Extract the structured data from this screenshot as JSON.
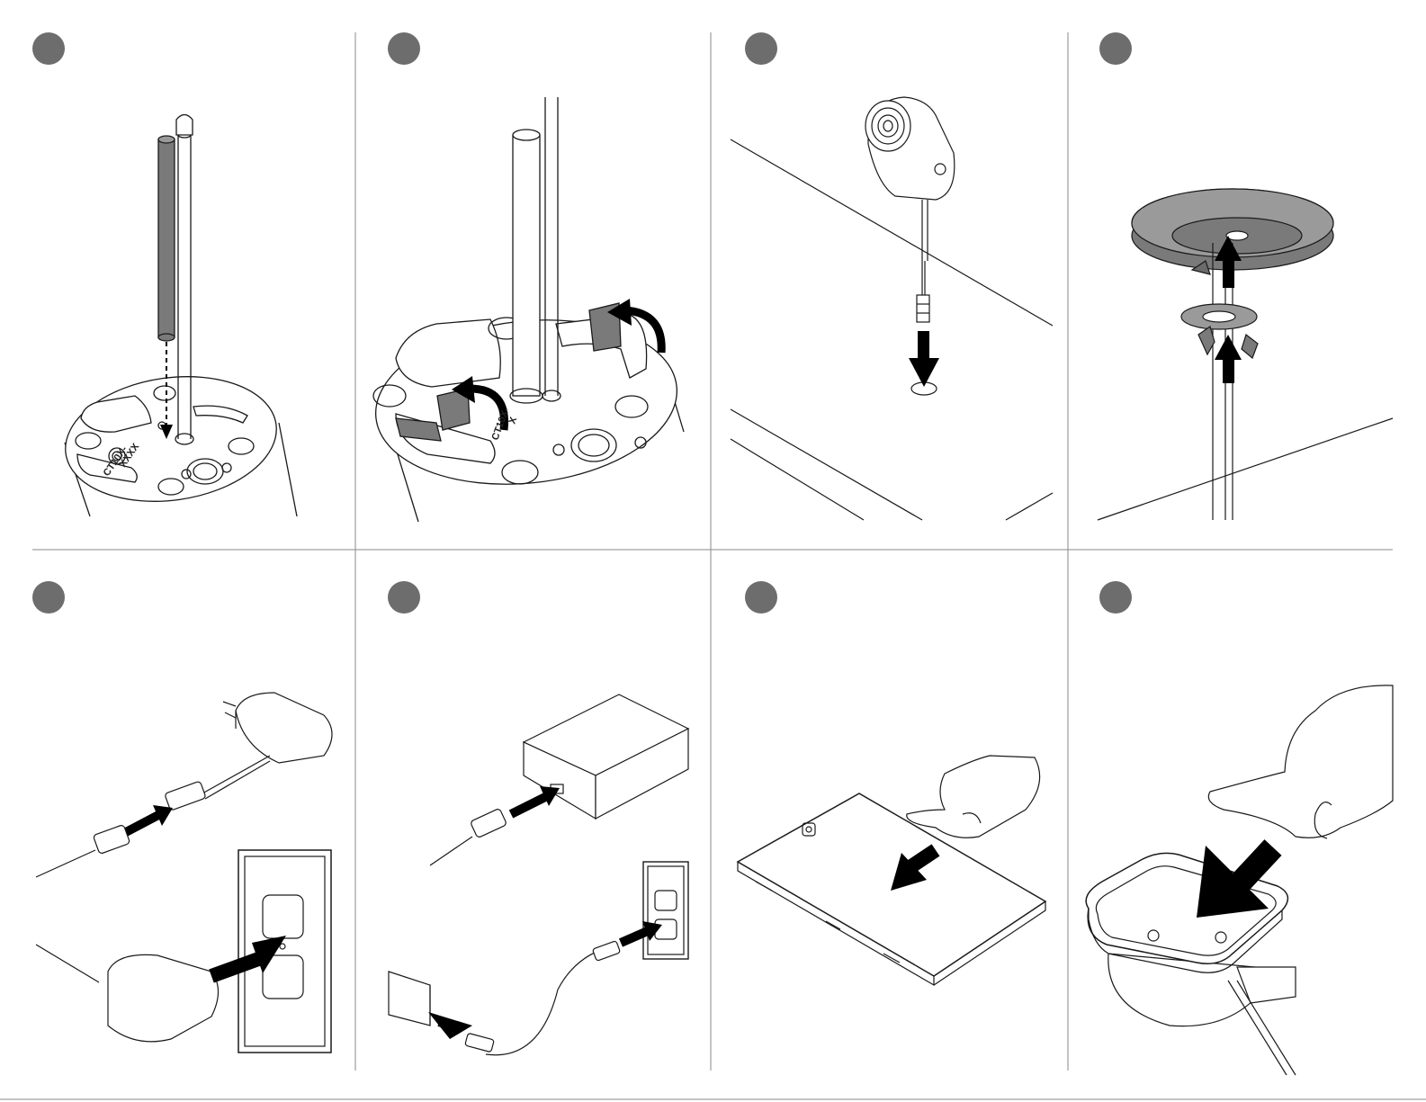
{
  "sheet": {
    "title": "",
    "colors": {
      "ink": "#1a1a1a",
      "badge": "#6d6d6d",
      "gray_part": "#7a7a7a",
      "light_fill": "#ffffff",
      "arrow": "#000000",
      "divider": "#8a8a8a"
    }
  },
  "steps": [
    {
      "id": 1,
      "illustration": "insert-rod-into-base"
    },
    {
      "id": 2,
      "illustration": "peel-adhesive-tabs"
    },
    {
      "id": 3,
      "illustration": "feed-cable-through-desk-hole"
    },
    {
      "id": 4,
      "illustration": "attach-ring-and-wing-nut-under-desk"
    },
    {
      "id": 5,
      "illustration": "connect-adapter-and-plug-into-outlet"
    },
    {
      "id": 6,
      "illustration": "connect-power-brick-and-plug-into-outlet"
    },
    {
      "id": 7,
      "illustration": "place-tablet-on-pad"
    },
    {
      "id": 8,
      "illustration": "place-tablet-on-wireless-charger"
    }
  ],
  "base_label": {
    "line1": "CT10X-",
    "line2": "XXXX"
  },
  "base_label_step2": {
    "line1": "CT10X-",
    "line2": "X"
  }
}
